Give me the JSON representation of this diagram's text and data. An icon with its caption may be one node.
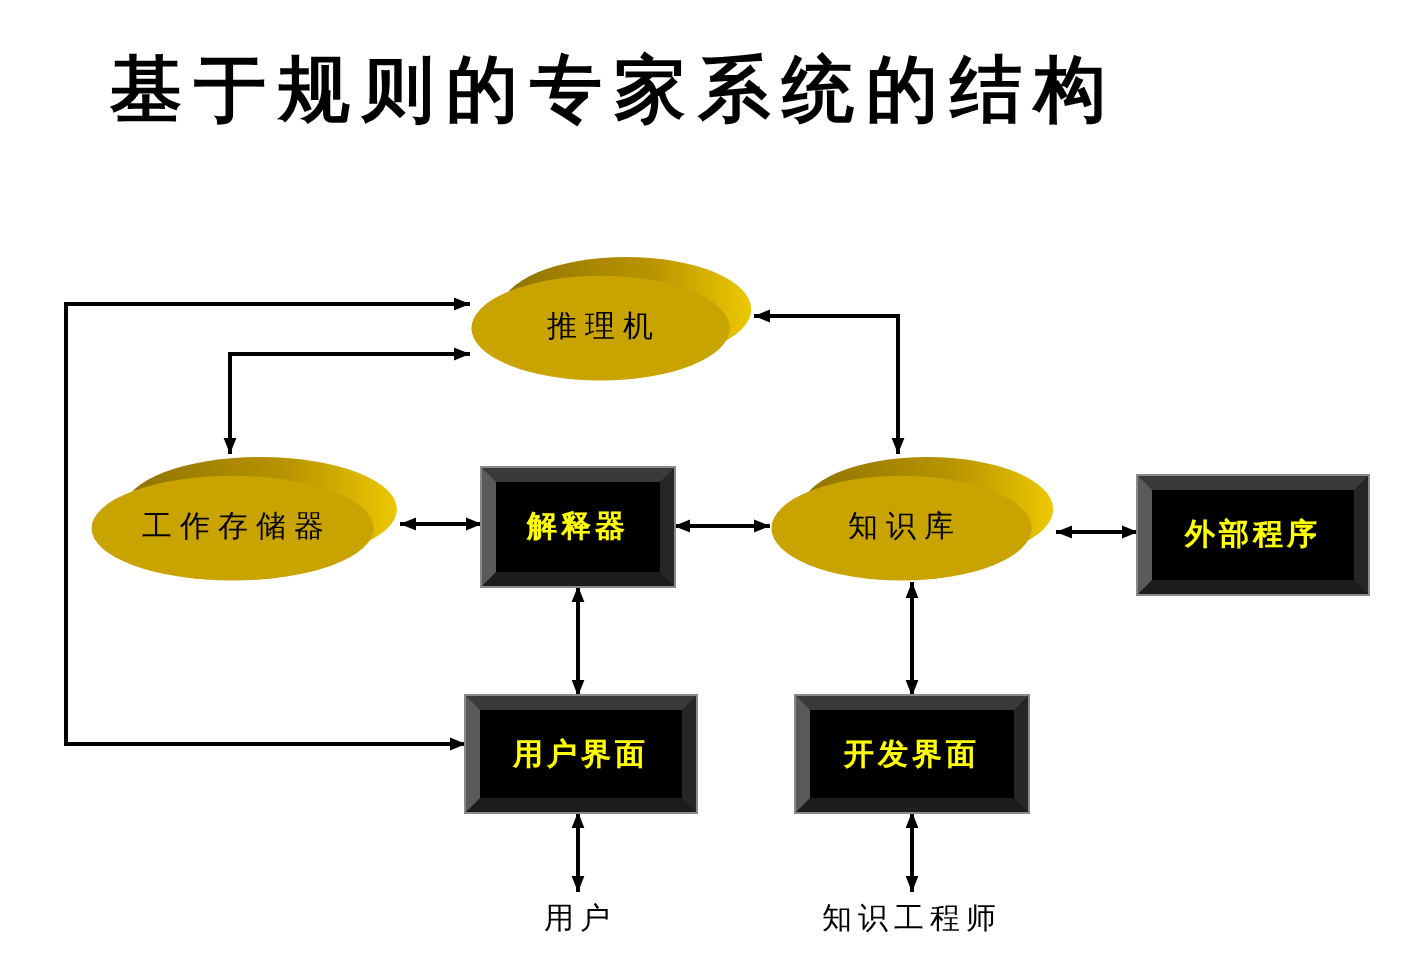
{
  "diagram": {
    "title": "基于规则的专家系统的结构",
    "nodes": [
      {
        "text": [
          "推理机"
        ]
      },
      {
        "text": [
          "工作存储器"
        ]
      },
      {
        "text": [
          "解释器"
        ]
      },
      {
        "text": [
          "知识库"
        ]
      },
      {
        "text": [
          "外部程序"
        ]
      },
      {
        "text": [
          "用户界面"
        ]
      },
      {
        "text": [
          "开发界面"
        ]
      },
      {
        "text": [
          "用户"
        ]
      },
      {
        "text": [
          "知识工程师"
        ]
      }
    ],
    "edges": [
      {
        "from": 0,
        "to": 1,
        "arrow": "both"
      },
      {
        "from": 0,
        "to": 3,
        "arrow": "both"
      },
      {
        "from": 1,
        "to": 2,
        "arrow": "both"
      },
      {
        "from": 2,
        "to": 3,
        "arrow": "both"
      },
      {
        "from": 3,
        "to": 4,
        "arrow": "both"
      },
      {
        "from": 2,
        "to": 5,
        "arrow": "both"
      },
      {
        "from": 3,
        "to": 6,
        "arrow": "both"
      },
      {
        "from": 5,
        "to": 7,
        "arrow": "both"
      },
      {
        "from": 6,
        "to": 8,
        "arrow": "both"
      },
      {
        "from": 0,
        "to": 5,
        "arrow": "both"
      }
    ]
  }
}
